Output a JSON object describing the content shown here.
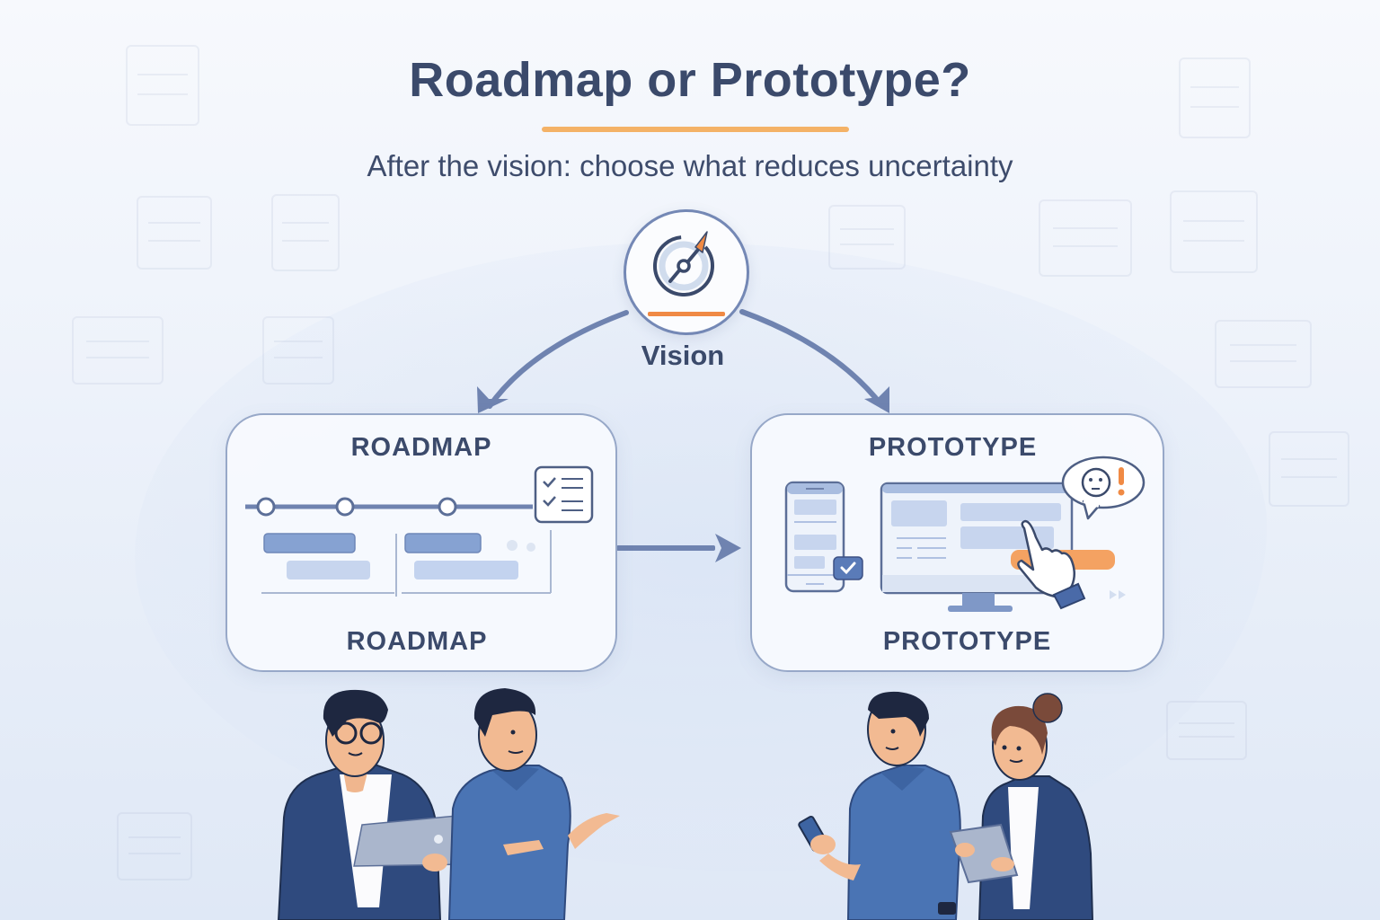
{
  "header": {
    "title": "Roadmap or Prototype?",
    "subtitle": "After the vision: choose what reduces uncertainty"
  },
  "vision": {
    "label": "Vision",
    "icon": "compass-icon"
  },
  "cards": [
    {
      "id": "roadmap",
      "title_top": "ROADMAP",
      "title_bottom": "ROADMAP",
      "icons": [
        "timeline-icon",
        "checklist-icon",
        "gantt-bars-icon"
      ]
    },
    {
      "id": "prototype",
      "title_top": "PROTOTYPE",
      "title_bottom": "PROTOTYPE",
      "icons": [
        "mobile-phone-icon",
        "checkmark-badge-icon",
        "desktop-monitor-icon",
        "pointer-hand-icon",
        "feedback-speech-bubble-icon"
      ]
    }
  ],
  "colors": {
    "title": "#3b4a6b",
    "accent_orange": "#f08a44",
    "underline_gold": "#f4b267",
    "arrow_blue": "#6f83b0",
    "card_border": "#97a8c8",
    "jacket_navy": "#2f4a7e",
    "shirt_blue": "#4a74b4"
  },
  "people": [
    {
      "role": "man-with-glasses-holding-laptop"
    },
    {
      "role": "man-in-polo-gesturing"
    },
    {
      "role": "man-in-polo-holding-phone"
    },
    {
      "role": "woman-in-blazer-holding-tablet"
    }
  ]
}
